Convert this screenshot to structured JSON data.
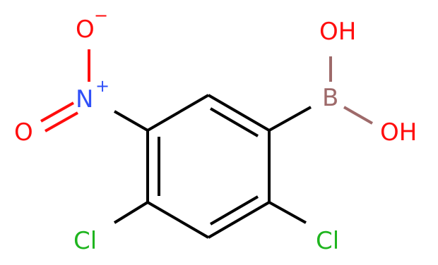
{
  "atoms": {
    "oh_top": {
      "text": "OH"
    },
    "boron": {
      "text": "B"
    },
    "oh_right": {
      "text": "OH"
    },
    "oxygen_top": {
      "text": "O",
      "charge": "−"
    },
    "nitrogen": {
      "text": "N",
      "charge": "+"
    },
    "oxygen_left": {
      "text": "O"
    },
    "chlorine_left": {
      "text": "Cl"
    },
    "chlorine_right": {
      "text": "Cl"
    }
  },
  "colors": {
    "bond": "#000000",
    "oxygen": "#ff0d0d",
    "nitrogen": "#3050f8",
    "boron": "#9e6a6a",
    "chlorine": "#1fb51f"
  }
}
